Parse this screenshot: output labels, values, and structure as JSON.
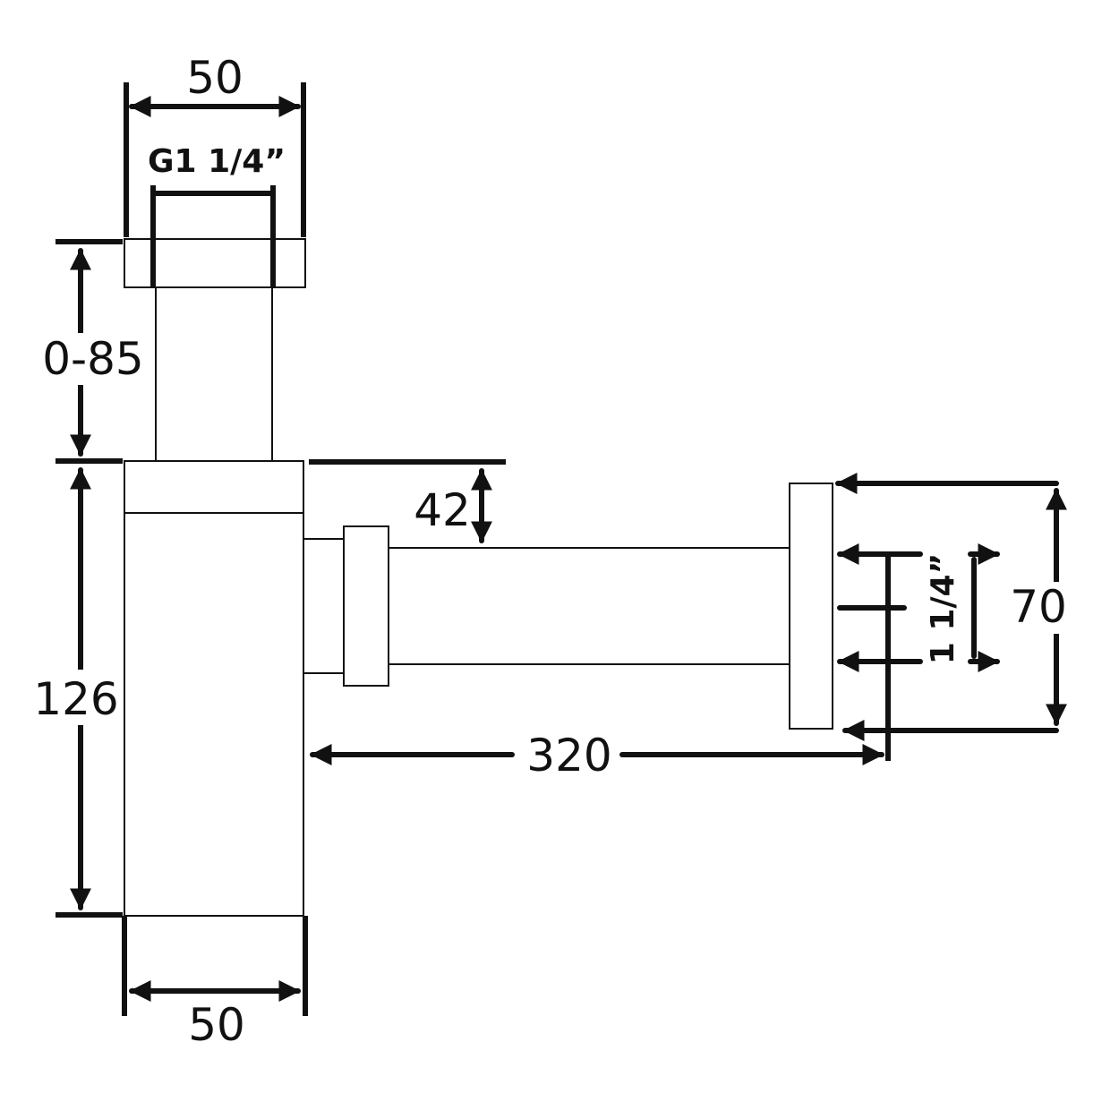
{
  "dimensions": {
    "top_width": "50",
    "top_thread": "G1 1/4”",
    "height_adjust": "0-85",
    "body_height": "126",
    "outlet_offset": "42",
    "outlet_length": "320",
    "flange_diameter": "70",
    "outlet_thread": "1 1/4”",
    "bottom_width": "50"
  },
  "colors": {
    "line": "#111111",
    "background": "#ffffff"
  }
}
